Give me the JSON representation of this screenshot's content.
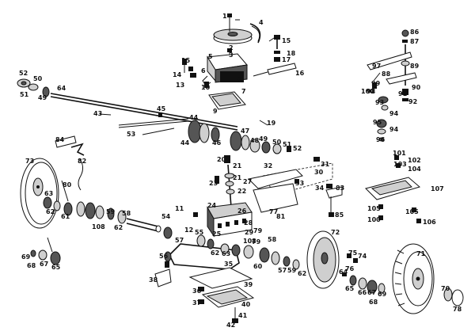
{
  "part_labels": {
    "p1": "1",
    "p2": "2",
    "p3": "3",
    "p4": "4",
    "p5": "5",
    "p6": "6",
    "p7": "7",
    "p8": "8",
    "p9": "9",
    "p10": "10",
    "p11": "11",
    "p12": "12",
    "p13": "13",
    "p14": "14",
    "p15": "15",
    "p16": "16",
    "p17": "17",
    "p18": "18",
    "p19": "19",
    "p20": "20",
    "p21": "21",
    "p22": "22",
    "p23": "23",
    "p24": "24",
    "p25": "25",
    "p26": "26",
    "p27": "27",
    "p28": "28",
    "p29": "29",
    "p30": "30",
    "p31": "31",
    "p32": "32",
    "p33": "33",
    "p34": "34",
    "p35": "35",
    "p36": "36",
    "p37": "37",
    "p38": "38",
    "p39": "39",
    "p40": "40",
    "p41": "41",
    "p42": "42",
    "p43": "43",
    "p44": "44",
    "p45": "45",
    "p46": "46",
    "p47": "47",
    "p48": "48",
    "p49": "49",
    "p50": "50",
    "p51": "51",
    "p52": "52",
    "p53": "53",
    "p54": "54",
    "p55": "55",
    "p56": "56",
    "p57": "57",
    "p58": "58",
    "p59": "59",
    "p60": "60",
    "p61": "61",
    "p62": "62",
    "p63": "63",
    "p64": "64",
    "p65": "65",
    "p66": "66",
    "p67": "67",
    "p68": "68",
    "p69": "69",
    "p70": "70",
    "p71": "71",
    "p72": "72",
    "p73": "73",
    "p74": "74",
    "p75": "75",
    "p76": "76",
    "p77": "77",
    "p78": "78",
    "p79": "79",
    "p80": "80",
    "p81": "81",
    "p82": "82",
    "p83": "83",
    "p84": "84",
    "p85": "85",
    "p86": "86",
    "p87": "87",
    "p88": "88",
    "p89": "89",
    "p90": "90",
    "p91": "91",
    "p92": "92",
    "p93": "93",
    "p94": "94",
    "p95": "95",
    "p96": "96",
    "p97": "97",
    "p98": "98",
    "p99": "99",
    "p100": "100",
    "p101": "101",
    "p102": "102",
    "p103": "103",
    "p104": "104",
    "p105": "105",
    "p106": "106",
    "p107": "107",
    "p108": "108"
  }
}
